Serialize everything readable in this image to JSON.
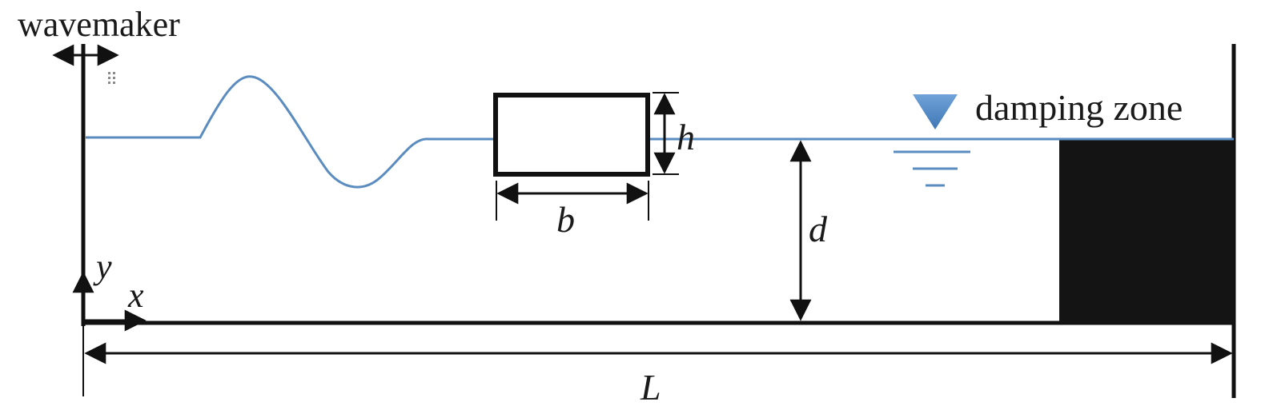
{
  "labels": {
    "wavemaker": "wavemaker",
    "damping_zone": "damping zone",
    "height": "h",
    "breadth": "b",
    "depth": "d",
    "length": "L",
    "axis_x": "x",
    "axis_y": "y"
  },
  "colors": {
    "water_line": "#5b8cc0",
    "structure": "#111111",
    "damping_zone_fill": "#141414",
    "free_surface_marker": "#4f86c6"
  }
}
